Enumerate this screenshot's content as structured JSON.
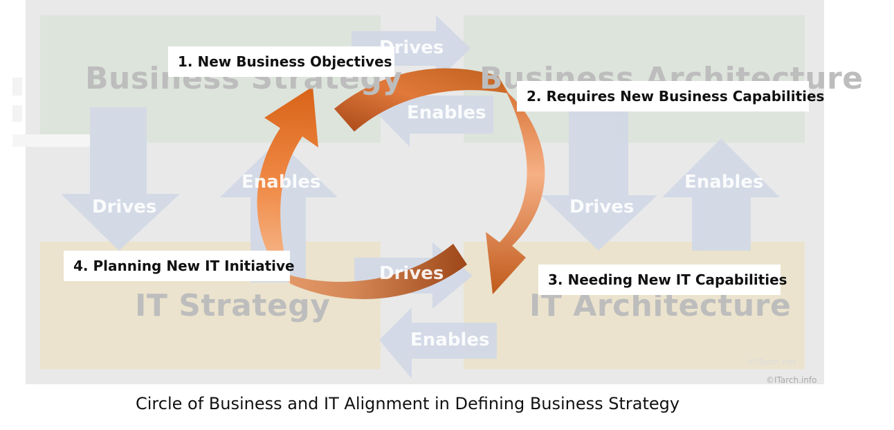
{
  "quadrants": {
    "business_strategy": "Business Strategy",
    "business_architecture": "Business Architecture",
    "it_strategy": "IT Strategy",
    "it_architecture": "IT Architecture"
  },
  "background_arrows": {
    "top_right": "Drives",
    "top_left": "Enables",
    "left_down": "Drives",
    "left_up": "Enables",
    "right_down": "Drives",
    "right_up": "Enables",
    "bottom_right": "Drives",
    "bottom_left": "Enables"
  },
  "steps": [
    {
      "label": "1. New Business Objectives"
    },
    {
      "label": "2. Requires New Business Capabilities"
    },
    {
      "label": "3. Needing New IT Capabilities"
    },
    {
      "label": "4. Planning New IT Initiative"
    }
  ],
  "watermarks": {
    "inner": "©ITarch.net",
    "outer": "©ITarch.info"
  },
  "caption": "Circle of Business and IT Alignment in Defining Business Strategy",
  "colors": {
    "panel_background": "#e9e9e9",
    "business_quadrant": "#dde4dc",
    "it_quadrant": "#ebe3cd",
    "background_arrow": "#d2d9e6",
    "cycle_arrow_dark": "#b8571a",
    "cycle_arrow_light": "#f4a36c"
  }
}
